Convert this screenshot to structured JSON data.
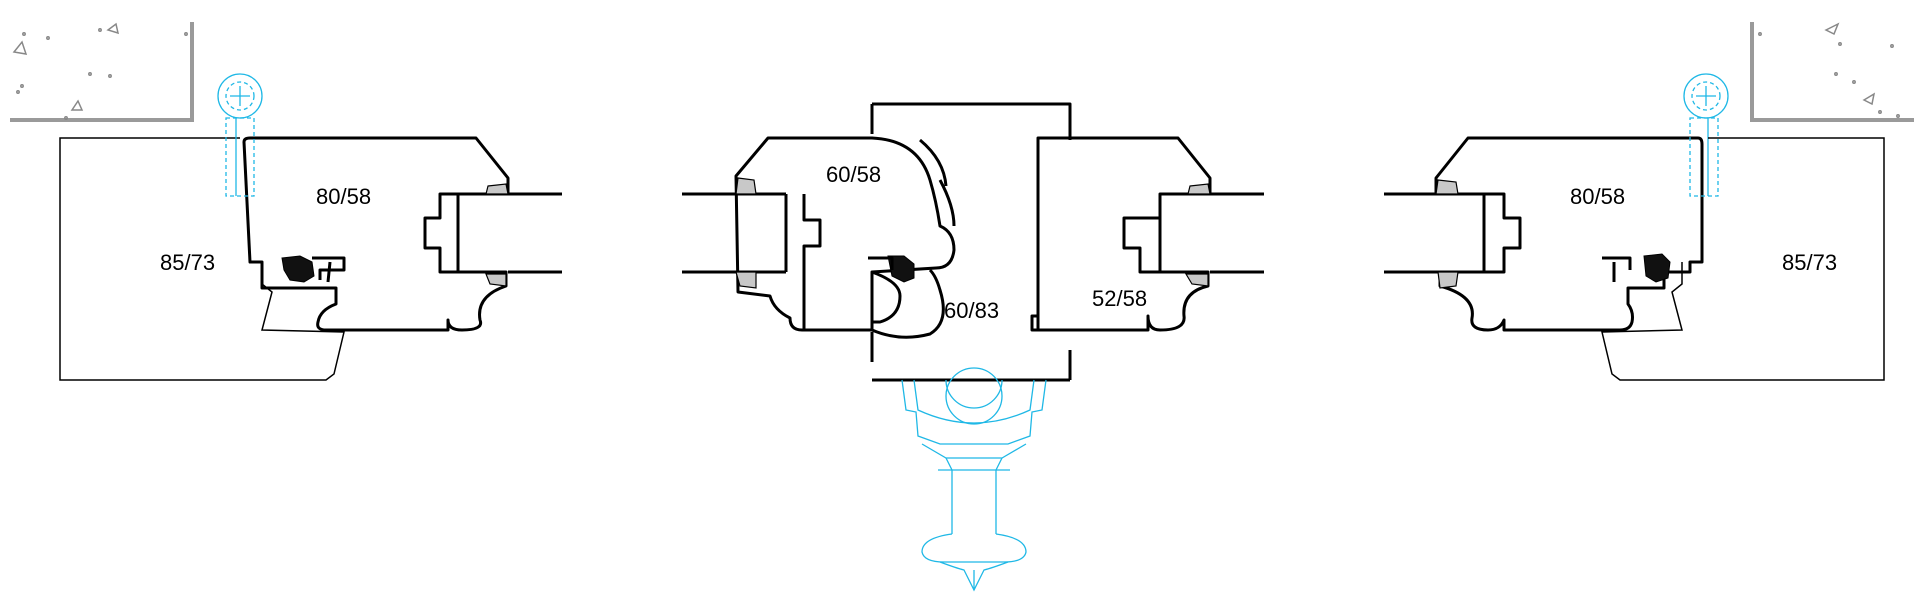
{
  "labels": {
    "left_frame": "85/73",
    "left_sash": "80/58",
    "center_sash_left": "60/58",
    "center_post": "60/83",
    "center_sash_right": "52/58",
    "right_sash": "80/58",
    "right_frame": "85/73"
  },
  "colors": {
    "outline": "#000000",
    "hardware": "#1fb8e6",
    "wall": "#9a9a9a",
    "gasket_fill": "#c8c8c8",
    "seal": "#111111"
  },
  "icons": [
    "hinge-icon",
    "handle-icon"
  ]
}
